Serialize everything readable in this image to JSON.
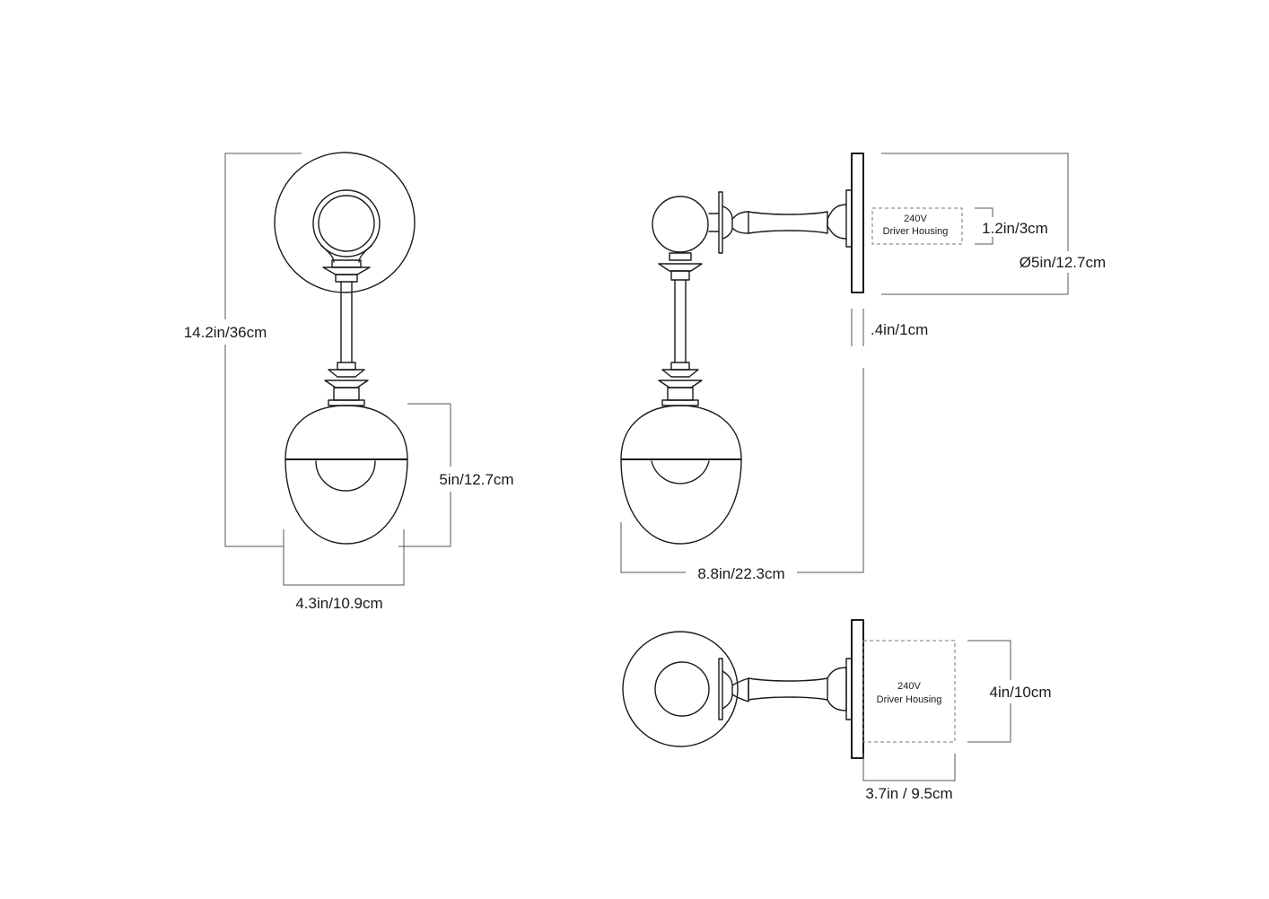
{
  "front_view": {
    "height_label": "14.2in/36cm",
    "shade_height_label": "5in/12.7cm",
    "shade_width_label": "4.3in/10.9cm"
  },
  "side_view": {
    "driver_housing_voltage": "240V",
    "driver_housing_label": "Driver Housing",
    "housing_depth_label": "1.2in/3cm",
    "backplate_diameter_label": "Ø5in/12.7cm",
    "backplate_thickness_label": ".4in/1cm",
    "projection_label": "8.8in/22.3cm"
  },
  "top_view": {
    "driver_housing_voltage": "240V",
    "driver_housing_label": "Driver Housing",
    "housing_height_label": "4in/10cm",
    "housing_width_label": "3.7in / 9.5cm"
  }
}
